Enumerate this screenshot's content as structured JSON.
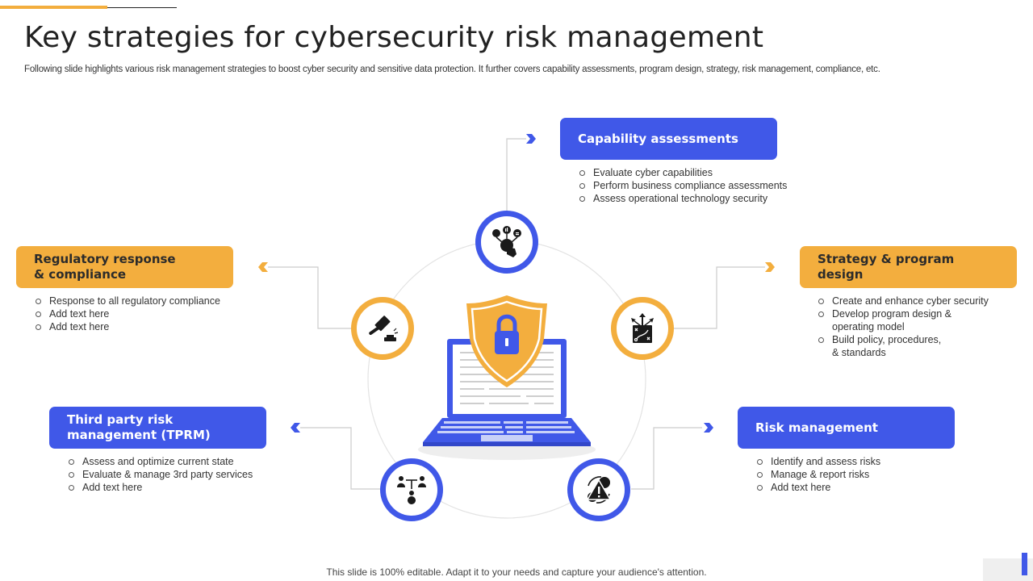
{
  "slide": {
    "title": "Key strategies for cybersecurity risk management",
    "subtitle": "Following slide highlights various risk management strategies to boost cyber security and sensitive data protection. It further covers capability assessments, program design, strategy, risk management, compliance, etc.",
    "footer": "This slide is 100% editable. Adapt it to your needs and capture your audience's attention."
  },
  "colors": {
    "blue": "#4058e8",
    "orange": "#f3ae3e",
    "connector": "#cccccc",
    "ring": "#e3e3e3"
  },
  "center": {
    "icon": "laptop-shield-lock-icon"
  },
  "strategies": [
    {
      "id": "capability",
      "title": "Capability assessments",
      "color": "blue",
      "icon": "hand-click-network-icon",
      "bullets": [
        "Evaluate  cyber capabilities",
        "Perform  business compliance assessments",
        "Assess operational  technology security"
      ]
    },
    {
      "id": "regulatory",
      "title": "Regulatory response & compliance",
      "color": "orange",
      "icon": "gavel-icon",
      "bullets": [
        "Response to all regulatory  compliance",
        "Add text here",
        "Add text here"
      ]
    },
    {
      "id": "strategy",
      "title": "Strategy & program design",
      "color": "orange",
      "icon": "strategy-board-arrows-icon",
      "bullets": [
        "Create and enhance cyber security",
        "Develop  program design &",
        "operating  model",
        "Build policy, procedures,",
        "& standards"
      ]
    },
    {
      "id": "tprm",
      "title": "Third party risk management (TPRM)",
      "color": "blue",
      "icon": "people-hierarchy-icon",
      "bullets": [
        "Assess and optimize current  state",
        "Evaluate  & manage  3rd  party services",
        "Add text here"
      ]
    },
    {
      "id": "risk",
      "title": "Risk management",
      "color": "blue",
      "icon": "warning-gear-cycle-icon",
      "bullets": [
        "Identify  and  assess risks",
        "Manage  & report  risks",
        "Add text here"
      ]
    }
  ]
}
